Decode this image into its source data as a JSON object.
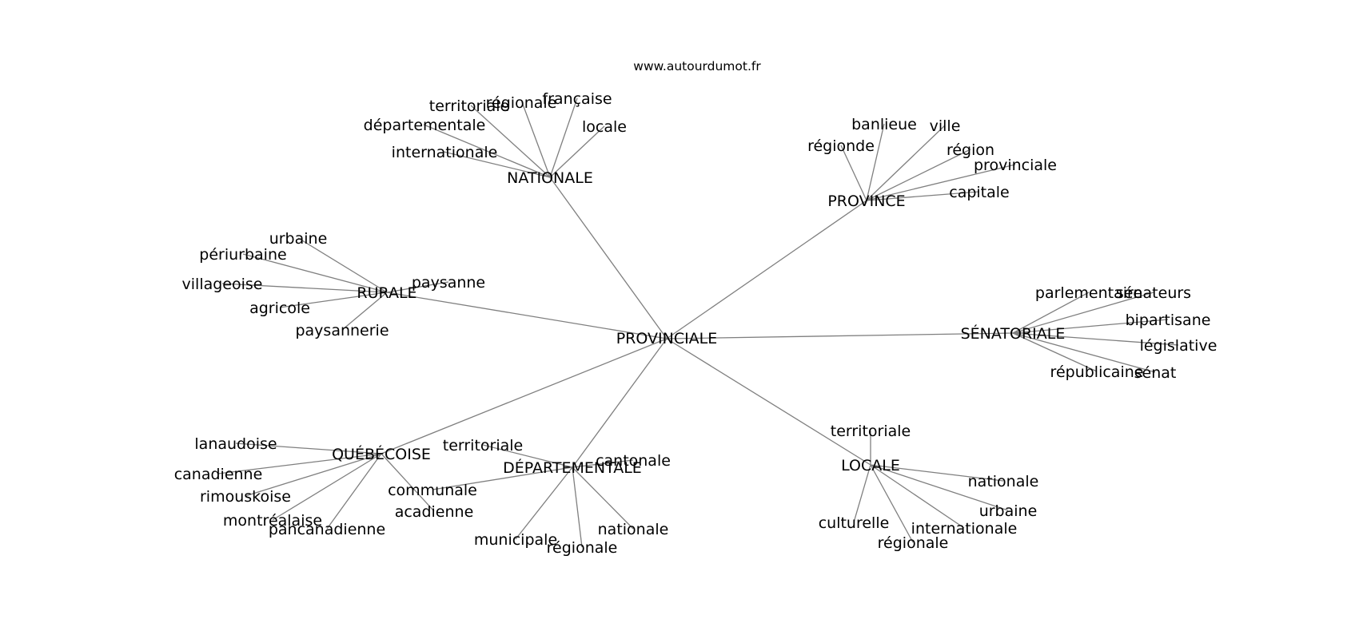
{
  "source": "www.autourdumot.fr",
  "root": "PROVINCIALE",
  "clusters": [
    {
      "id": "nationale",
      "label": "NATIONALE",
      "leaves": [
        "internationale",
        "départementale",
        "territoriale",
        "régionale",
        "française",
        "locale"
      ]
    },
    {
      "id": "province",
      "label": "PROVINCE",
      "leaves": [
        "régionde",
        "banlieue",
        "ville",
        "région",
        "provinciale",
        "capitale"
      ]
    },
    {
      "id": "rurale",
      "label": "RURALE",
      "leaves": [
        "urbaine",
        "périurbaine",
        "villageoise",
        "agricole",
        "paysannerie",
        "paysanne"
      ]
    },
    {
      "id": "senatoriale",
      "label": "SÉNATORIALE",
      "leaves": [
        "parlementaire",
        "sénateurs",
        "bipartisane",
        "législative",
        "sénat",
        "républicaine"
      ]
    },
    {
      "id": "quebecoise",
      "label": "QUÉBÉCOISE",
      "leaves": [
        "lanaudoise",
        "canadienne",
        "rimouskoise",
        "montréalaise",
        "pancanadienne",
        "acadienne"
      ]
    },
    {
      "id": "departementale",
      "label": "DÉPARTEMENTALE",
      "leaves": [
        "territoriale",
        "cantonale",
        "communale",
        "municipale",
        "régionale",
        "nationale"
      ]
    },
    {
      "id": "locale",
      "label": "LOCALE",
      "leaves": [
        "territoriale",
        "nationale",
        "urbaine",
        "internationale",
        "régionale",
        "culturelle"
      ]
    }
  ]
}
